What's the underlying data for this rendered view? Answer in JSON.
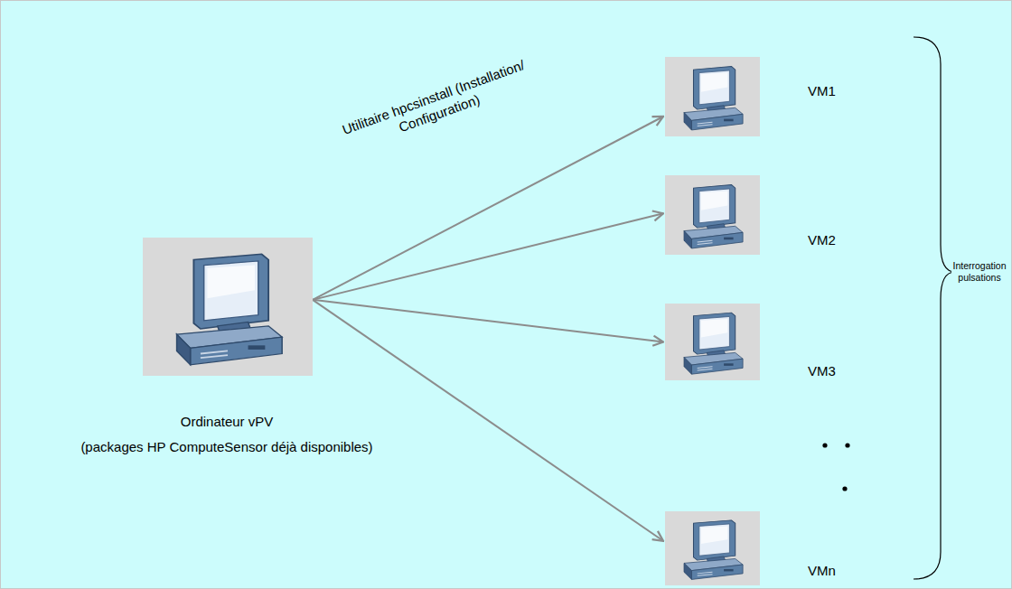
{
  "diagram": {
    "nodes": [
      {
        "text": [
          "Ordinateur vPV",
          "(packages HP ComputeSensor déjà disponibles)"
        ]
      },
      {
        "text": [
          "VM1"
        ]
      },
      {
        "text": [
          "VM2"
        ]
      },
      {
        "text": [
          "VM3"
        ]
      },
      {
        "text": [
          "VMn"
        ]
      }
    ],
    "edges": [
      {
        "from": 0,
        "to": 1,
        "arrow": "to",
        "label": "Utilitaire hpcsinstall (Installation/ Configuration)"
      },
      {
        "from": 0,
        "to": 2,
        "arrow": "to"
      },
      {
        "from": 0,
        "to": 3,
        "arrow": "to"
      },
      {
        "from": 0,
        "to": 4,
        "arrow": "to"
      }
    ],
    "labels": [
      "Interrogation pulsations"
    ]
  }
}
